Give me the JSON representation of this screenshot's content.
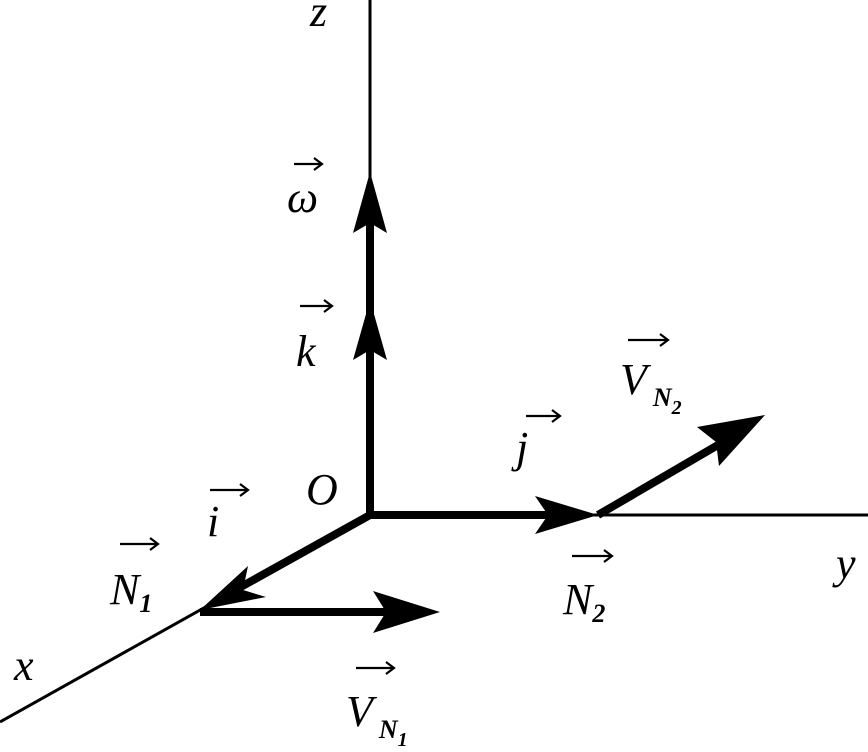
{
  "labels": {
    "z": "z",
    "y": "y",
    "x": "x",
    "origin": "O",
    "omega": "ω",
    "k": "k",
    "i": "i",
    "j": "j",
    "N1": "N",
    "N1_sub": "1",
    "N2": "N",
    "N2_sub": "2",
    "VN1": "V",
    "VN1_sub": "N",
    "VN1_subsub": "1",
    "VN2": "V",
    "VN2_sub": "N",
    "VN2_subsub": "2"
  }
}
